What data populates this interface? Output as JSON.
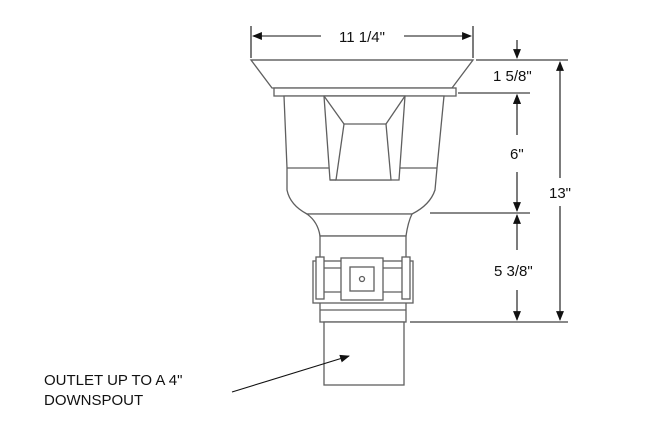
{
  "dimensions": {
    "width_top": "11 1/4\"",
    "lip_height": "1 5/8\"",
    "body_height": "6\"",
    "outlet_height": "5 3/8\"",
    "overall_height": "13\""
  },
  "note": {
    "line1": "OUTLET UP TO A 4\"",
    "line2": "DOWNSPOUT"
  },
  "colors": {
    "drawing_line": "#5f5f5f",
    "dimension_line": "#111111",
    "background": "#ffffff"
  }
}
